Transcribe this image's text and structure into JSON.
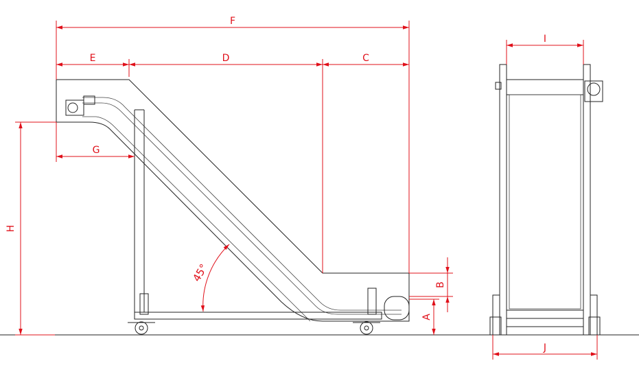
{
  "colors": {
    "dimension": "#e0101a",
    "outline": "#222222",
    "background": "#ffffff"
  },
  "dimensions": {
    "A": "A",
    "B": "B",
    "C": "C",
    "D": "D",
    "E": "E",
    "F": "F",
    "G": "G",
    "H": "H",
    "I": "I",
    "J": "J"
  },
  "angle_label": "45°"
}
